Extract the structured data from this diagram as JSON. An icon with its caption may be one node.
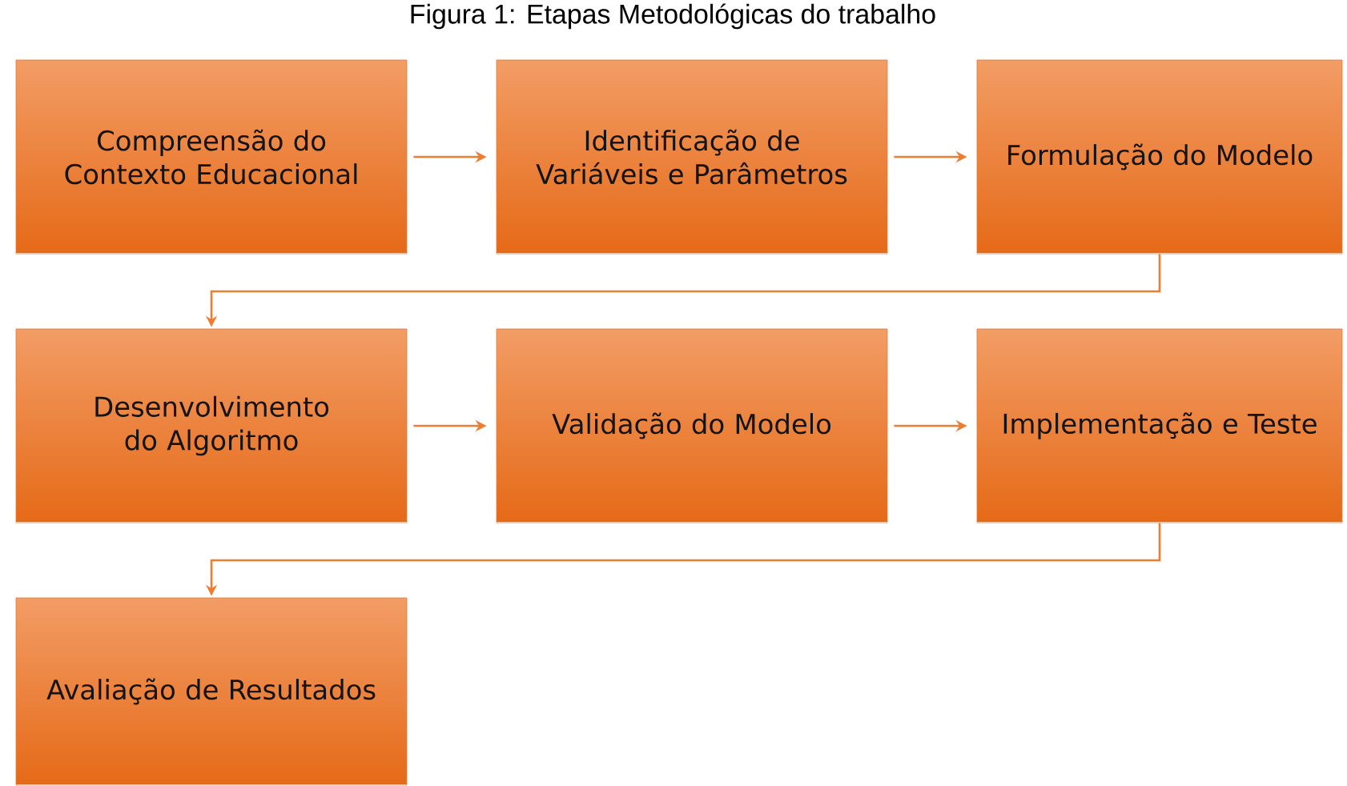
{
  "diagram": {
    "title": "Figura 1: Etapas Metodológicas do trabalho",
    "nodes": [
      {
        "text": [
          "Compreensão do Contexto Educacional"
        ]
      },
      {
        "text": [
          "Identificação de Variáveis e Parâmetros"
        ]
      },
      {
        "text": [
          "Formulação do Modelo"
        ]
      },
      {
        "text": [
          "Desenvolvimento do Algoritmo"
        ]
      },
      {
        "text": [
          "Validação do Modelo"
        ]
      },
      {
        "text": [
          "Implementação e Teste"
        ]
      },
      {
        "text": [
          "Avaliação de Resultados"
        ]
      }
    ],
    "edges": [
      {
        "from": 0,
        "to": 1,
        "arrow": "to"
      },
      {
        "from": 1,
        "to": 2,
        "arrow": "to"
      },
      {
        "from": 2,
        "to": 3,
        "arrow": "to"
      },
      {
        "from": 3,
        "to": 4,
        "arrow": "to"
      },
      {
        "from": 4,
        "to": 5,
        "arrow": "to"
      },
      {
        "from": 5,
        "to": 6,
        "arrow": "to"
      }
    ]
  }
}
